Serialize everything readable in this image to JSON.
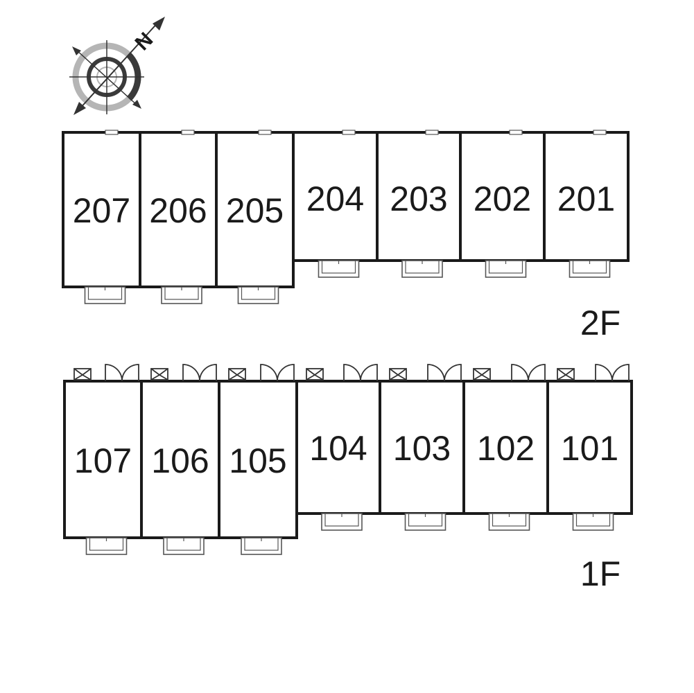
{
  "compass": {
    "north_label": "N",
    "icon": "compass-rose-icon",
    "colors": {
      "ring_dark": "#3a3a3a",
      "ring_light": "#b5b5b5",
      "arrow": "#333333"
    }
  },
  "floors": [
    {
      "label": "2F",
      "units": [
        "207",
        "206",
        "205",
        "204",
        "203",
        "202",
        "201"
      ]
    },
    {
      "label": "1F",
      "units": [
        "107",
        "106",
        "105",
        "104",
        "103",
        "102",
        "101"
      ]
    }
  ],
  "colors": {
    "wall": "#1a1a1a",
    "fixture": "#555555",
    "background": "#ffffff"
  }
}
